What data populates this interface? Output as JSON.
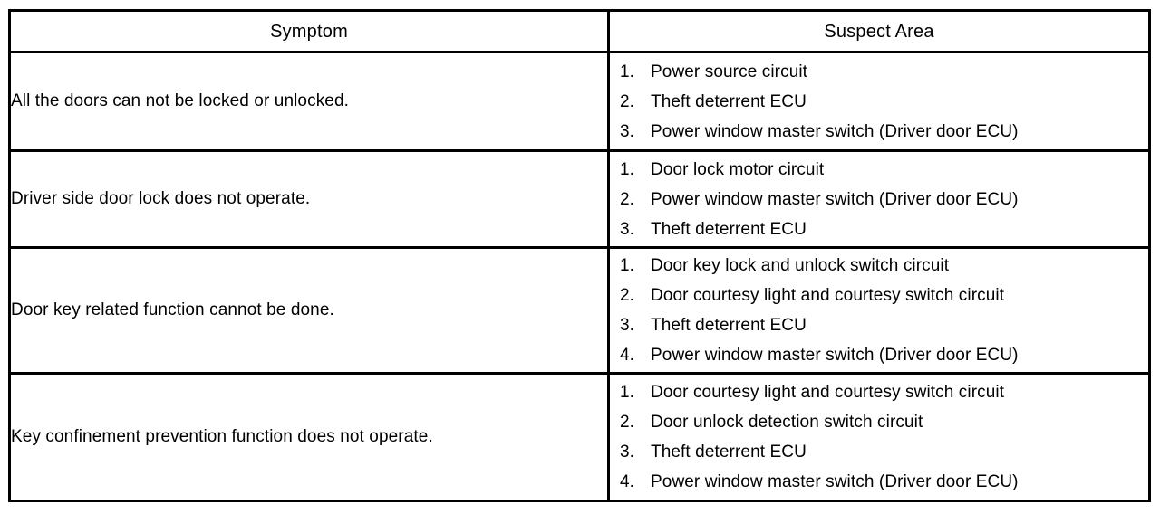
{
  "table": {
    "columns": [
      {
        "key": "symptom",
        "header": "Symptom"
      },
      {
        "key": "suspect_area",
        "header": "Suspect Area"
      }
    ],
    "rows": [
      {
        "symptom": "All the doors can not be locked or unlocked.",
        "suspect_area": [
          {
            "number": "1.",
            "label": "Power source circuit"
          },
          {
            "number": "2.",
            "label": "Theft deterrent ECU"
          },
          {
            "number": "3.",
            "label": "Power window master switch (Driver door ECU)"
          }
        ]
      },
      {
        "symptom": "Driver side door lock does not operate.",
        "suspect_area": [
          {
            "number": "1.",
            "label": "Door lock motor circuit"
          },
          {
            "number": "2.",
            "label": "Power window master switch (Driver door ECU)"
          },
          {
            "number": "3.",
            "label": "Theft deterrent ECU"
          }
        ]
      },
      {
        "symptom": "Door key related function cannot be done.",
        "suspect_area": [
          {
            "number": "1.",
            "label": "Door key lock and unlock switch circuit"
          },
          {
            "number": "2.",
            "label": "Door courtesy light and courtesy switch circuit"
          },
          {
            "number": "3.",
            "label": "Theft deterrent ECU"
          },
          {
            "number": "4.",
            "label": "Power window master switch (Driver door ECU)"
          }
        ]
      },
      {
        "symptom": "Key confinement prevention function does not operate.",
        "suspect_area": [
          {
            "number": "1.",
            "label": "Door courtesy light and courtesy switch circuit"
          },
          {
            "number": "2.",
            "label": "Door unlock detection switch circuit"
          },
          {
            "number": "3.",
            "label": "Theft deterrent ECU"
          },
          {
            "number": "4.",
            "label": "Power window master switch (Driver door ECU)"
          }
        ]
      }
    ]
  },
  "colors": {
    "border": "#000000",
    "text": "#000000",
    "background": "#ffffff"
  }
}
